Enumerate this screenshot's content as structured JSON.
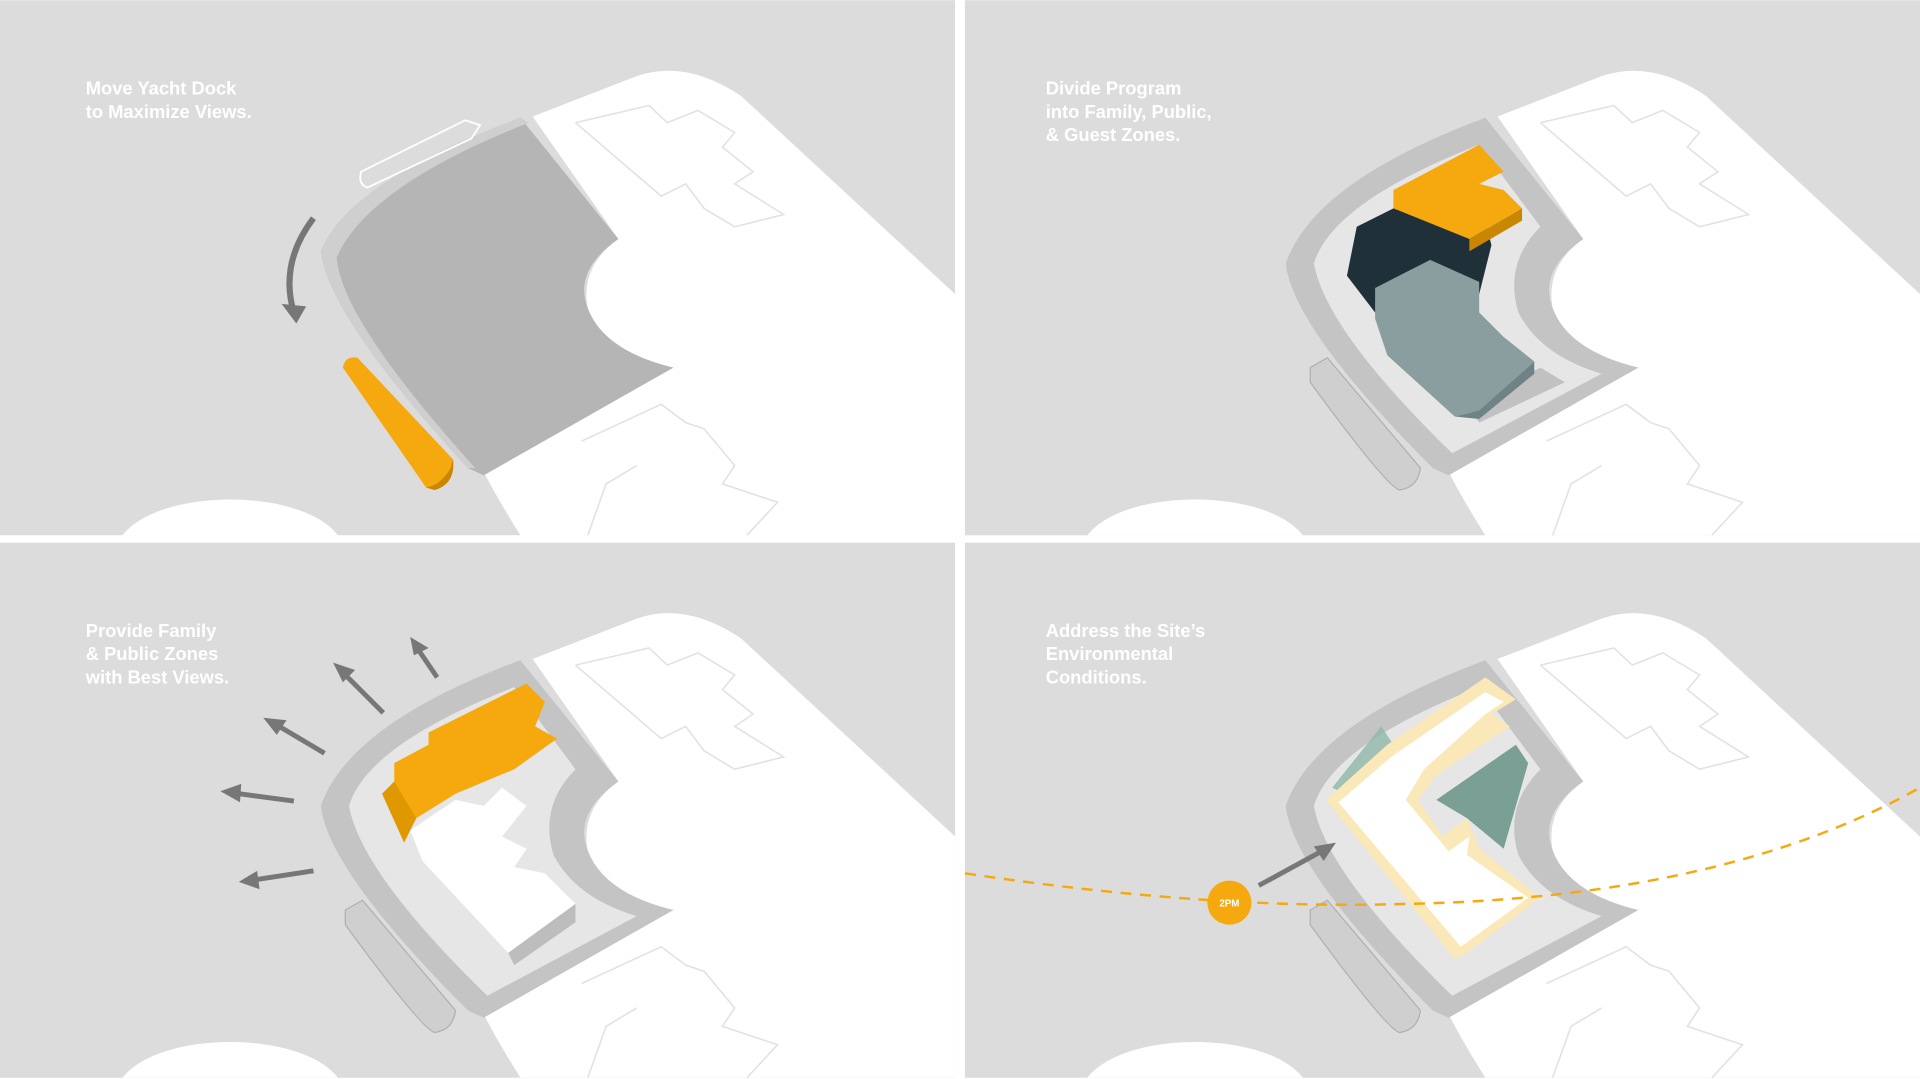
{
  "panels": [
    {
      "caption": [
        "Move Yacht Dock",
        "to Maximize Views."
      ]
    },
    {
      "caption": [
        "Divide Program",
        "into Family, Public,",
        "& Guest Zones."
      ]
    },
    {
      "caption": [
        "Provide Family",
        "& Public Zones",
        "with Best Views."
      ]
    },
    {
      "caption": [
        "Address the Site’s",
        "Environmental",
        "Conditions."
      ],
      "sun_label": "2PM"
    }
  ],
  "colors": {
    "background": "#dcdcdc",
    "land": "#ffffff",
    "pier": "#b8b8b8",
    "accent_orange": "#f5a90f",
    "family_zone": "#f5a90f",
    "public_zone": "#1f3038",
    "guest_zone": "#8a9ea0",
    "glazing_cream": "#fbe8b8"
  }
}
